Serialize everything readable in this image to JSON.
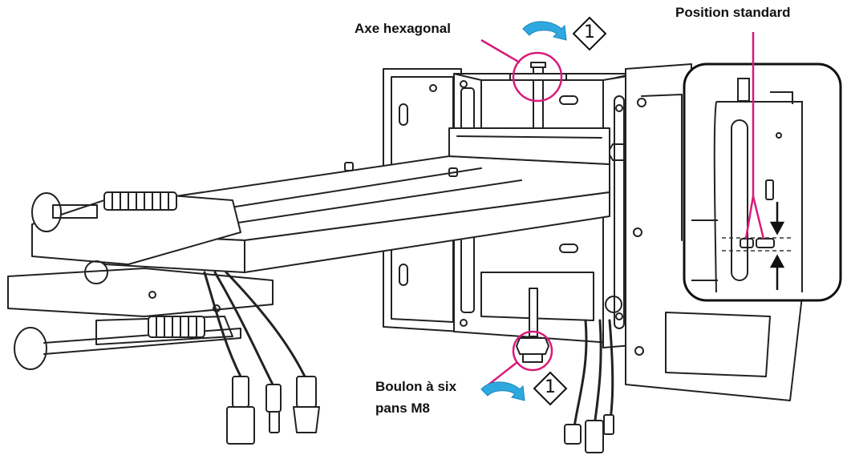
{
  "labels": {
    "hex_axis": "Axe hexagonal",
    "standard_position": "Position standard",
    "hex_bolt_line1": "Boulon à six",
    "hex_bolt_line2": "pans M8"
  },
  "steps": {
    "top": "1",
    "bottom": "1"
  },
  "colors": {
    "callout": "#d81b7a",
    "rotation_arrow": "#2ea9e0",
    "line_art": "#222222"
  },
  "icons": [
    "rotation-arrow-icon",
    "step-diamond-icon",
    "up-arrow-icon",
    "down-arrow-icon"
  ]
}
